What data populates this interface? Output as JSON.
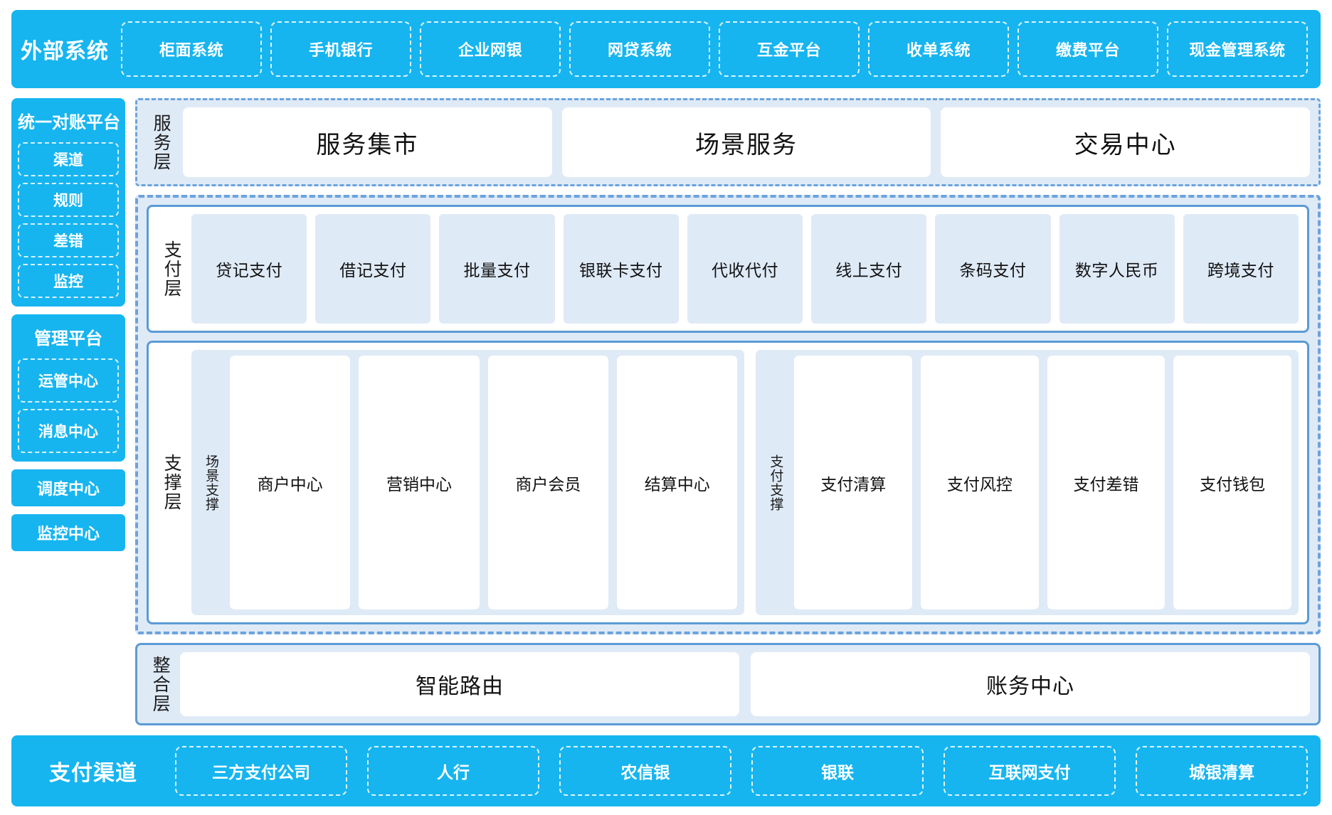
{
  "external": {
    "title": "外部系统",
    "items": [
      {
        "label": "柜面系统"
      },
      {
        "label": "手机银行"
      },
      {
        "label": "企业网银"
      },
      {
        "label": "网贷系统"
      },
      {
        "label": "互金平台"
      },
      {
        "label": "收单系统"
      },
      {
        "label": "缴费平台"
      },
      {
        "label": "现金管理系统"
      }
    ]
  },
  "sidebar": {
    "reconciliation": {
      "title": "统一对账平台",
      "items": [
        {
          "label": "渠道"
        },
        {
          "label": "规则"
        },
        {
          "label": "差错"
        },
        {
          "label": "监控"
        }
      ]
    },
    "management": {
      "title": "管理平台",
      "items": [
        {
          "label": "运管中心"
        },
        {
          "label": "消息中心"
        }
      ]
    },
    "standalone": [
      {
        "label": "调度中心"
      },
      {
        "label": "监控中心"
      }
    ]
  },
  "service_layer": {
    "label": "服务层",
    "cards": [
      {
        "label": "服务集市"
      },
      {
        "label": "场景服务"
      },
      {
        "label": "交易中心"
      }
    ]
  },
  "payment_layer": {
    "label": "支付层",
    "items": [
      {
        "label": "贷记支付"
      },
      {
        "label": "借记支付"
      },
      {
        "label": "批量支付"
      },
      {
        "label": "银联卡支付"
      },
      {
        "label": "代收代付"
      },
      {
        "label": "线上支付"
      },
      {
        "label": "条码支付"
      },
      {
        "label": "数字人民币"
      },
      {
        "label": "跨境支付"
      }
    ]
  },
  "support_layer": {
    "label": "支撑层",
    "groups": [
      {
        "label": "场景支撑",
        "cards": [
          {
            "label": "商户中心"
          },
          {
            "label": "营销中心"
          },
          {
            "label": "商户会员"
          },
          {
            "label": "结算中心"
          }
        ]
      },
      {
        "label": "支付支撑",
        "cards": [
          {
            "label": "支付清算"
          },
          {
            "label": "支付风控"
          },
          {
            "label": "支付差错"
          },
          {
            "label": "支付钱包"
          }
        ]
      }
    ]
  },
  "integration_layer": {
    "label": "整合层",
    "cards": [
      {
        "label": "智能路由"
      },
      {
        "label": "账务中心"
      }
    ]
  },
  "channels": {
    "title": "支付渠道",
    "items": [
      {
        "label": "三方支付公司"
      },
      {
        "label": "人行"
      },
      {
        "label": "农信银"
      },
      {
        "label": "银联"
      },
      {
        "label": "互联网支付"
      },
      {
        "label": "城银清算"
      }
    ]
  },
  "colors": {
    "brand_blue": "#16b5f0",
    "panel_fill": "#dfeaf7",
    "border_blue": "#5b9bd5",
    "dash_blue": "#6ba3dd",
    "white": "#ffffff",
    "text_dark": "#111111"
  }
}
